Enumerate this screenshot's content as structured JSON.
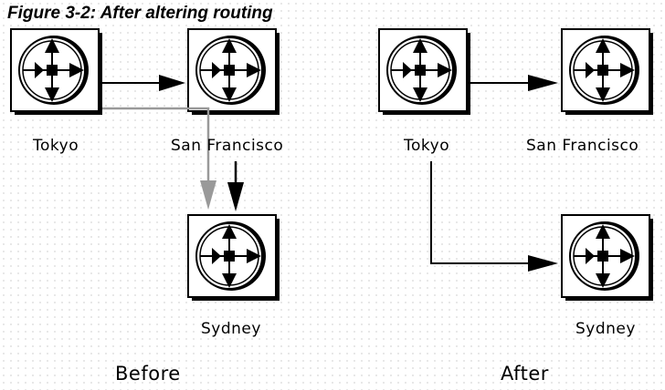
{
  "title": "Figure 3-2: After altering routing",
  "nodes": {
    "before_tokyo": "Tokyo",
    "before_sf": "San Francisco",
    "before_sydney": "Sydney",
    "after_tokyo": "Tokyo",
    "after_sf": "San Francisco",
    "after_sydney": "Sydney"
  },
  "captions": {
    "before": "Before",
    "after": "After"
  },
  "colors": {
    "line": "#000000",
    "old_route": "#999999",
    "node_bg": "#ffffff"
  },
  "icon_name": "router-compass-icon"
}
